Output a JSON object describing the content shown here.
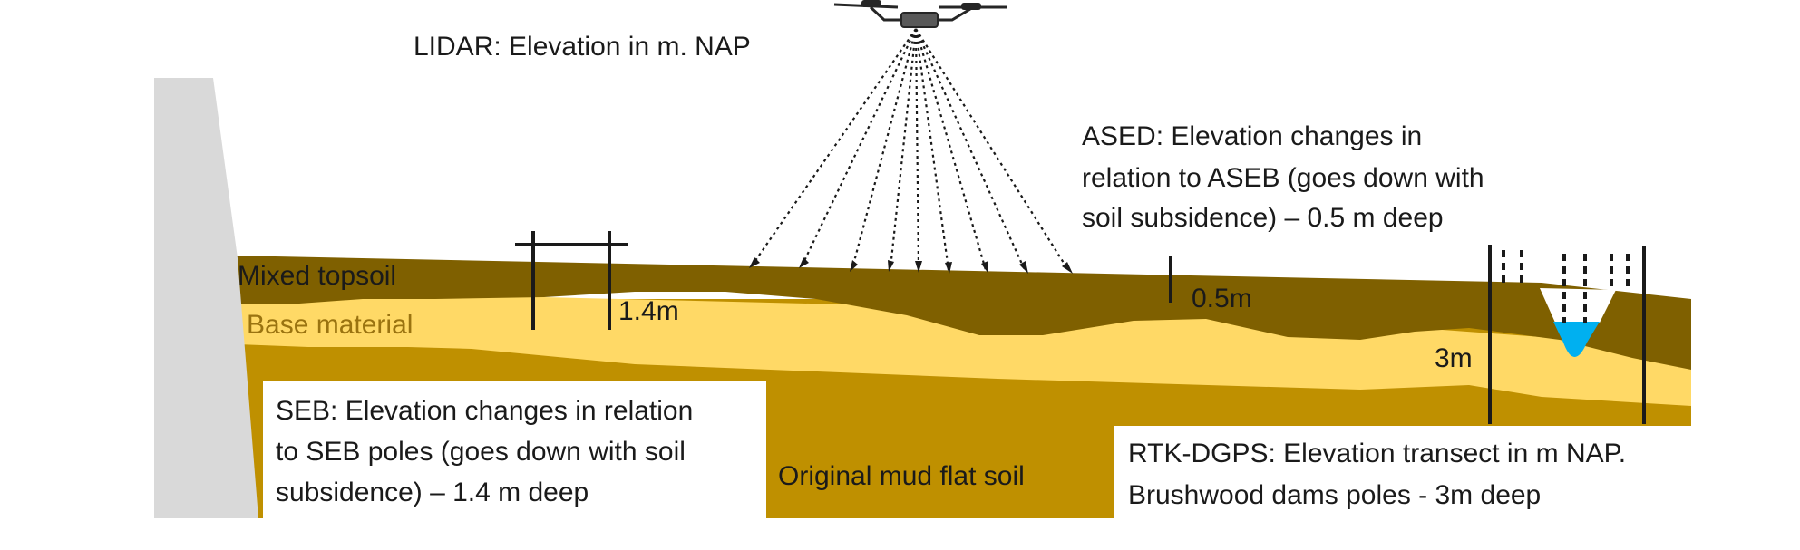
{
  "labels": {
    "lidar": "LIDAR: Elevation in m. NAP",
    "ased": [
      "ASED: Elevation changes  in",
      "relation to ASEB (goes down with",
      "soil subsidence) – 0.5 m deep"
    ],
    "mixed_topsoil": "Mixed topsoil",
    "base_material": "Base material",
    "seb": [
      "SEB: Elevation changes  in relation",
      "to SEB poles (goes down with soil",
      "subsidence) – 1.4 m deep"
    ],
    "mud_flat": "Original mud flat soil",
    "rtk": [
      "RTK-DGPS: Elevation transect in m NAP.",
      "Brushwood dams poles - 3m deep"
    ],
    "depth_seb": "1.4m",
    "depth_ased": "0.5m",
    "depth_dam": "3m"
  },
  "colors": {
    "topsoil": "#7f6000",
    "base": "#ffd966",
    "mudflat": "#bf9000",
    "dike": "#d9d9d9",
    "water": "#00b0f0",
    "pole": "#1a1a1a",
    "drone": "#595959"
  }
}
